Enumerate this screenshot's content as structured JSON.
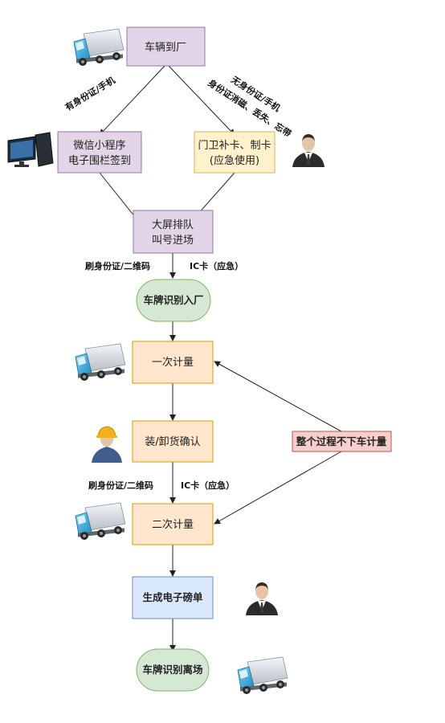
{
  "nodes": {
    "arrive": {
      "text": "车辆到厂",
      "fill": "#e1d5e7",
      "stroke": "#9673a6"
    },
    "wechat": {
      "line1": "微信小程序",
      "line2": "电子围栏签到",
      "fill": "#e1d5e7",
      "stroke": "#9673a6"
    },
    "gate": {
      "line1": "门卫补卡、制卡",
      "line2": "(应急使用)",
      "fill": "#fff2cc",
      "stroke": "#d6b656"
    },
    "queue": {
      "line1": "大屏排队",
      "line2": "叫号进场",
      "fill": "#e1d5e7",
      "stroke": "#9673a6"
    },
    "plate_in": {
      "text": "车牌识别入厂",
      "fill": "#d5e8d4",
      "stroke": "#82b366"
    },
    "weigh1": {
      "text": "一次计量",
      "fill": "#ffe6cc",
      "stroke": "#d79b00"
    },
    "load": {
      "text": "装/卸货确认",
      "fill": "#ffe6cc",
      "stroke": "#d79b00"
    },
    "weigh2": {
      "text": "二次计量",
      "fill": "#ffe6cc",
      "stroke": "#d79b00"
    },
    "ticket": {
      "text": "生成电子磅单",
      "fill": "#dae8fc",
      "stroke": "#6c8ebf"
    },
    "plate_out": {
      "text": "车牌识别离场",
      "fill": "#d5e8d4",
      "stroke": "#82b366"
    },
    "no_exit": {
      "text": "整个过程不下车计量",
      "fill": "#f8cecc",
      "stroke": "#b85450"
    }
  },
  "edge_labels": {
    "has_id": "有身份证/手机",
    "no_id_line1": "无身份证/手机",
    "no_id_line2": "身份证消磁、丢失、忘带",
    "swipe_1": "刷身份证/二维码",
    "ic_1": "IC卡（应急）",
    "swipe_2": "刷身份证/二维码",
    "ic_2": "IC卡（应急）"
  },
  "icons": [
    "truck-icon",
    "computer-icon",
    "businessman-icon",
    "worker-icon"
  ]
}
